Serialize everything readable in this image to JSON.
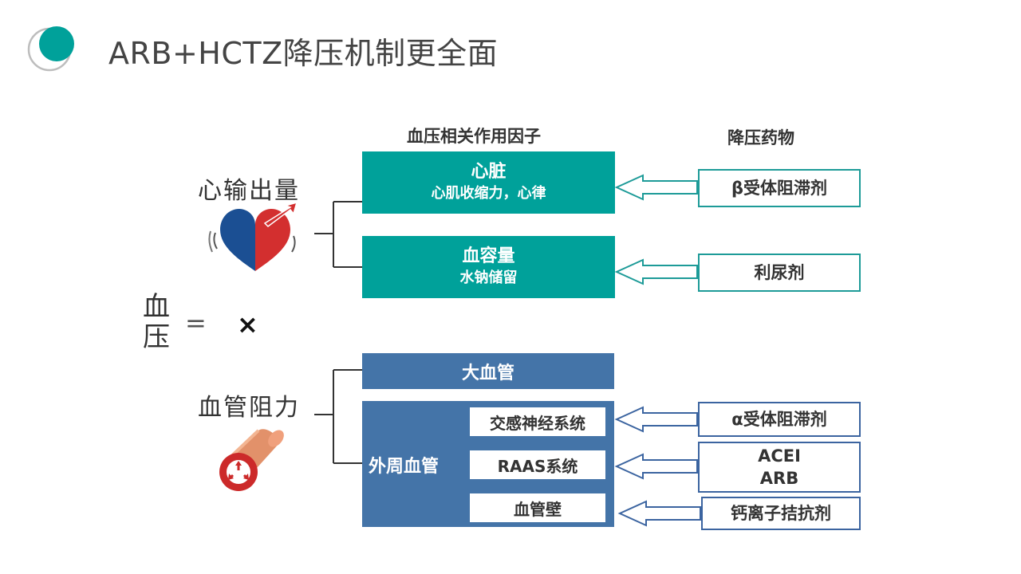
{
  "title": "ARB+HCTZ降压机制更全面",
  "headers": {
    "factors": "血压相关作用因子",
    "drugs": "降压药物"
  },
  "equation": {
    "bp_top": "血",
    "bp_bottom": "压",
    "equals": "=",
    "times": "×"
  },
  "left": {
    "cardiac_output": "心输出量",
    "vascular_resistance": "血管阻力"
  },
  "factors": {
    "heart": {
      "title": "心脏",
      "sub": "心肌收缩力，心律"
    },
    "volume": {
      "title": "血容量",
      "sub": "水钠储留"
    },
    "large_vessel": "大血管",
    "peripheral": "外周血管",
    "sympathetic": "交感神经系统",
    "raas": "RAAS系统",
    "vessel_wall": "血管壁"
  },
  "drugs": {
    "beta": "β受体阻滞剂",
    "diuretic": "利尿剂",
    "alpha": "α受体阻滞剂",
    "acei": "ACEI",
    "arb": "ARB",
    "ccb": "钙离子拮抗剂"
  },
  "colors": {
    "teal": "#00a19a",
    "blue": "#4474a8",
    "teal_border": "#1d9b98",
    "blue_border": "#3b64a0"
  }
}
